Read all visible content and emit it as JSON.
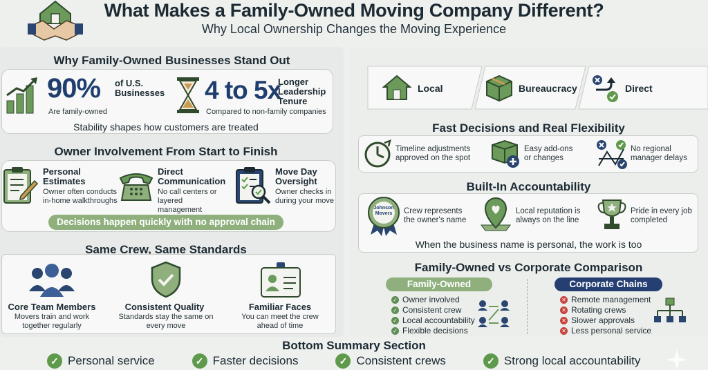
{
  "header": {
    "title": "What Makes a Family-Owned Moving Company Different?",
    "subtitle": "Why Local Ownership Changes the Moving Experience"
  },
  "stand_out": {
    "title": "Why Family-Owned Businesses Stand Out",
    "stat1_value": "90%",
    "stat1_label": "of U.S. Businesses",
    "stat1_sub": "Are family-owned",
    "stat2_value": "4 to 5x",
    "stat2_label": "Longer Leadership Tenure",
    "stat2_sub": "Compared to non-family companies",
    "footer": "Stability shapes how customers are treated"
  },
  "owner": {
    "title": "Owner Involvement From Start to Finish",
    "items": [
      {
        "title": "Personal Estimates",
        "desc": "Owner often conducts in-home walkthroughs"
      },
      {
        "title": "Direct Communication",
        "desc": "No call centers or layered management"
      },
      {
        "title": "Move Day Oversight",
        "desc": "Owner checks in during your move"
      }
    ],
    "pill": "Decisions happen quickly with no approval chain"
  },
  "crew": {
    "title": "Same Crew, Same Standards",
    "items": [
      {
        "title": "Core Team Members",
        "desc": "Movers train and work together regularly"
      },
      {
        "title": "Consistent Quality",
        "desc": "Standards stay the same on every move"
      },
      {
        "title": "Familiar Faces",
        "desc": "You can meet the crew ahead of time"
      }
    ]
  },
  "flow": {
    "items": [
      "Local",
      "Bureaucracy",
      "Direct"
    ]
  },
  "fast": {
    "title": "Fast Decisions and Real Flexibility",
    "items": [
      "Timeline adjustments approved on the spot",
      "Easy add-ons or changes",
      "No regional manager delays"
    ]
  },
  "accountability": {
    "title": "Built-In Accountability",
    "badge_text": "Johnson Movers",
    "items": [
      "Crew represents the owner's name",
      "Local reputation is always on the line",
      "Pride in every job completed"
    ],
    "footer": "When the business name is personal, the work is too"
  },
  "comparison": {
    "title": "Family-Owned vs Corporate Comparison",
    "family_label": "Family-Owned",
    "family_items": [
      "Owner involved",
      "Consistent crew",
      "Local accountability",
      "Flexible decisions"
    ],
    "corporate_label": "Corporate Chains",
    "corporate_items": [
      "Remote management",
      "Rotating crews",
      "Slower approvals",
      "Less personal service"
    ]
  },
  "summary": {
    "title": "Bottom Summary Section",
    "items": [
      "Personal service",
      "Faster decisions",
      "Consistent crews",
      "Strong local accountability"
    ]
  },
  "colors": {
    "navy": "#1f3e6e",
    "green": "#8fb07d",
    "dark_green": "#5f9a4c",
    "red": "#c7423a"
  }
}
